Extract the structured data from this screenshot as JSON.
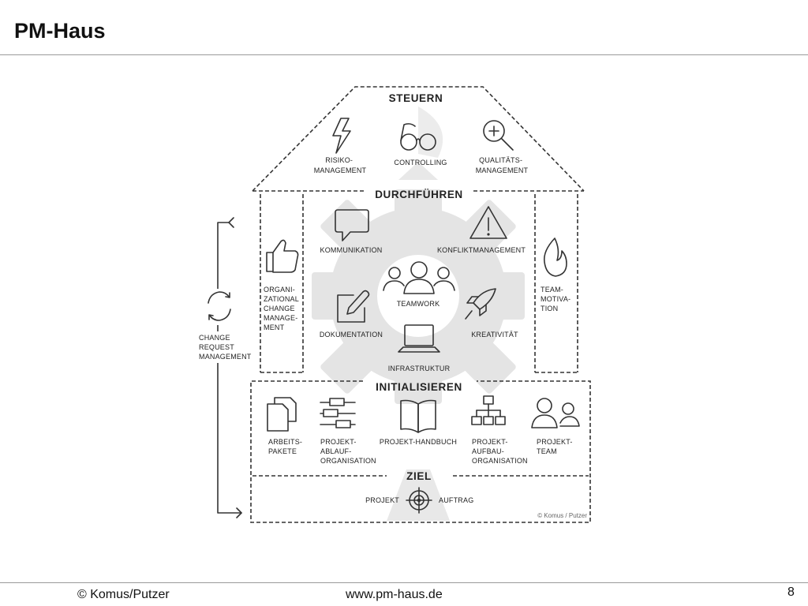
{
  "slide": {
    "title": "PM-Haus",
    "page_number": "8",
    "footer_left": "© Komus/Putzer",
    "footer_center": "www.pm-haus.de"
  },
  "diagram": {
    "roof": {
      "heading": "STEUERN",
      "items": [
        {
          "lines": [
            "RISIKO-",
            "MANAGEMENT"
          ],
          "icon": "lightning-icon"
        },
        {
          "lines": [
            "CONTROLLING"
          ],
          "icon": "glasses-icon"
        },
        {
          "lines": [
            "QUALITÄTS-",
            "MANAGEMENT"
          ],
          "icon": "magnifier-plus-icon"
        }
      ]
    },
    "middle": {
      "heading": "DURCHFÜHREN",
      "items": [
        {
          "lines": [
            "KOMMUNIKATION"
          ],
          "icon": "speech-bubble-icon"
        },
        {
          "lines": [
            "KONFLIKTMANAGEMENT"
          ],
          "icon": "warning-icon"
        },
        {
          "lines": [
            "TEAMWORK"
          ],
          "icon": "team-icon"
        },
        {
          "lines": [
            "DOKUMENTATION"
          ],
          "icon": "pencil-square-icon"
        },
        {
          "lines": [
            "KREATIVITÄT"
          ],
          "icon": "rocket-icon"
        },
        {
          "lines": [
            "INFRASTRUKTUR"
          ],
          "icon": "laptop-icon"
        }
      ]
    },
    "left_pillar": {
      "lines": [
        "ORGANI-",
        "ZATIONAL",
        "CHANGE",
        "MANAGE-",
        "MENT"
      ],
      "icon": "thumbs-up-icon"
    },
    "right_pillar": {
      "lines": [
        "TEAM-",
        "MOTIVA-",
        "TION"
      ],
      "icon": "flame-icon"
    },
    "side_cycle": {
      "lines": [
        "CHANGE",
        "REQUEST",
        "MANAGEMENT"
      ],
      "icon": "cycle-arrows-icon"
    },
    "foundation": {
      "heading": "INITIALISIEREN",
      "items": [
        {
          "lines": [
            "ARBEITS-",
            "PAKETE"
          ],
          "icon": "documents-icon"
        },
        {
          "lines": [
            "PROJEKT-",
            "ABLAUF-",
            "ORGANISATION"
          ],
          "icon": "gantt-icon"
        },
        {
          "lines": [
            "PROJEKT-HANDBUCH"
          ],
          "icon": "open-book-icon"
        },
        {
          "lines": [
            "PROJEKT-",
            "AUFBAU-",
            "ORGANISATION"
          ],
          "icon": "org-chart-icon"
        },
        {
          "lines": [
            "PROJEKT-",
            "TEAM"
          ],
          "icon": "two-people-icon"
        }
      ]
    },
    "base": {
      "heading": "ZIEL",
      "left_label": "PROJEKT",
      "right_label": "AUFTRAG",
      "icon": "target-icon",
      "credit": "© Komus / Putzer"
    }
  }
}
